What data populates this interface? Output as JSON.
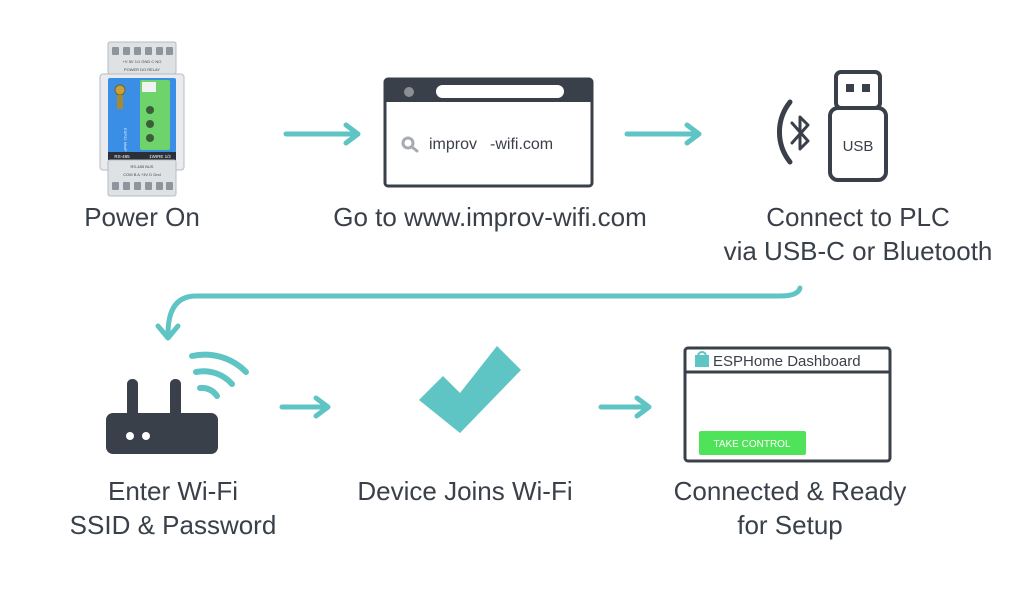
{
  "colors": {
    "accent": "#5ec4c4",
    "outline": "#3a4049",
    "text": "#3a4049",
    "device_blue": "#3a8ee6",
    "device_green": "#6ed36a",
    "take_control_bg": "#4fe35a"
  },
  "steps": [
    {
      "id": "power-on",
      "lines": [
        "Power On"
      ],
      "icon": "plc-device-icon"
    },
    {
      "id": "go-to-site",
      "lines": [
        "Go to www.improv-wifi.com"
      ],
      "icon": "browser-window-icon"
    },
    {
      "id": "connect",
      "lines": [
        "Connect to PLC",
        "via USB-C or Bluetooth"
      ],
      "icon": "usb-bluetooth-icon"
    },
    {
      "id": "enter-wifi",
      "lines": [
        "Enter Wi-Fi",
        "SSID & Password"
      ],
      "icon": "router-wifi-icon"
    },
    {
      "id": "joins",
      "lines": [
        "Device Joins Wi-Fi"
      ],
      "icon": "checkmark-icon"
    },
    {
      "id": "ready",
      "lines": [
        "Connected & Ready",
        "for Setup"
      ],
      "icon": "dashboard-window-icon"
    }
  ],
  "browser": {
    "address_text_1": "improv",
    "address_text_2": "-wifi.com"
  },
  "usb": {
    "label": "USB"
  },
  "dashboard": {
    "title": "ESPHome Dashboard",
    "button": "TAKE CONTROL"
  },
  "device": {
    "top_terminals": "+V  5V  1/1  GND  C  NO",
    "top_section": "POWER     DO     RELAY",
    "bottom_terminals": "COM  B  A  +3V  D  Gnd",
    "bottom_section": "RS-485        BUS",
    "tag_left": "RS-485",
    "tag_right": "1WIRE 1/2"
  }
}
